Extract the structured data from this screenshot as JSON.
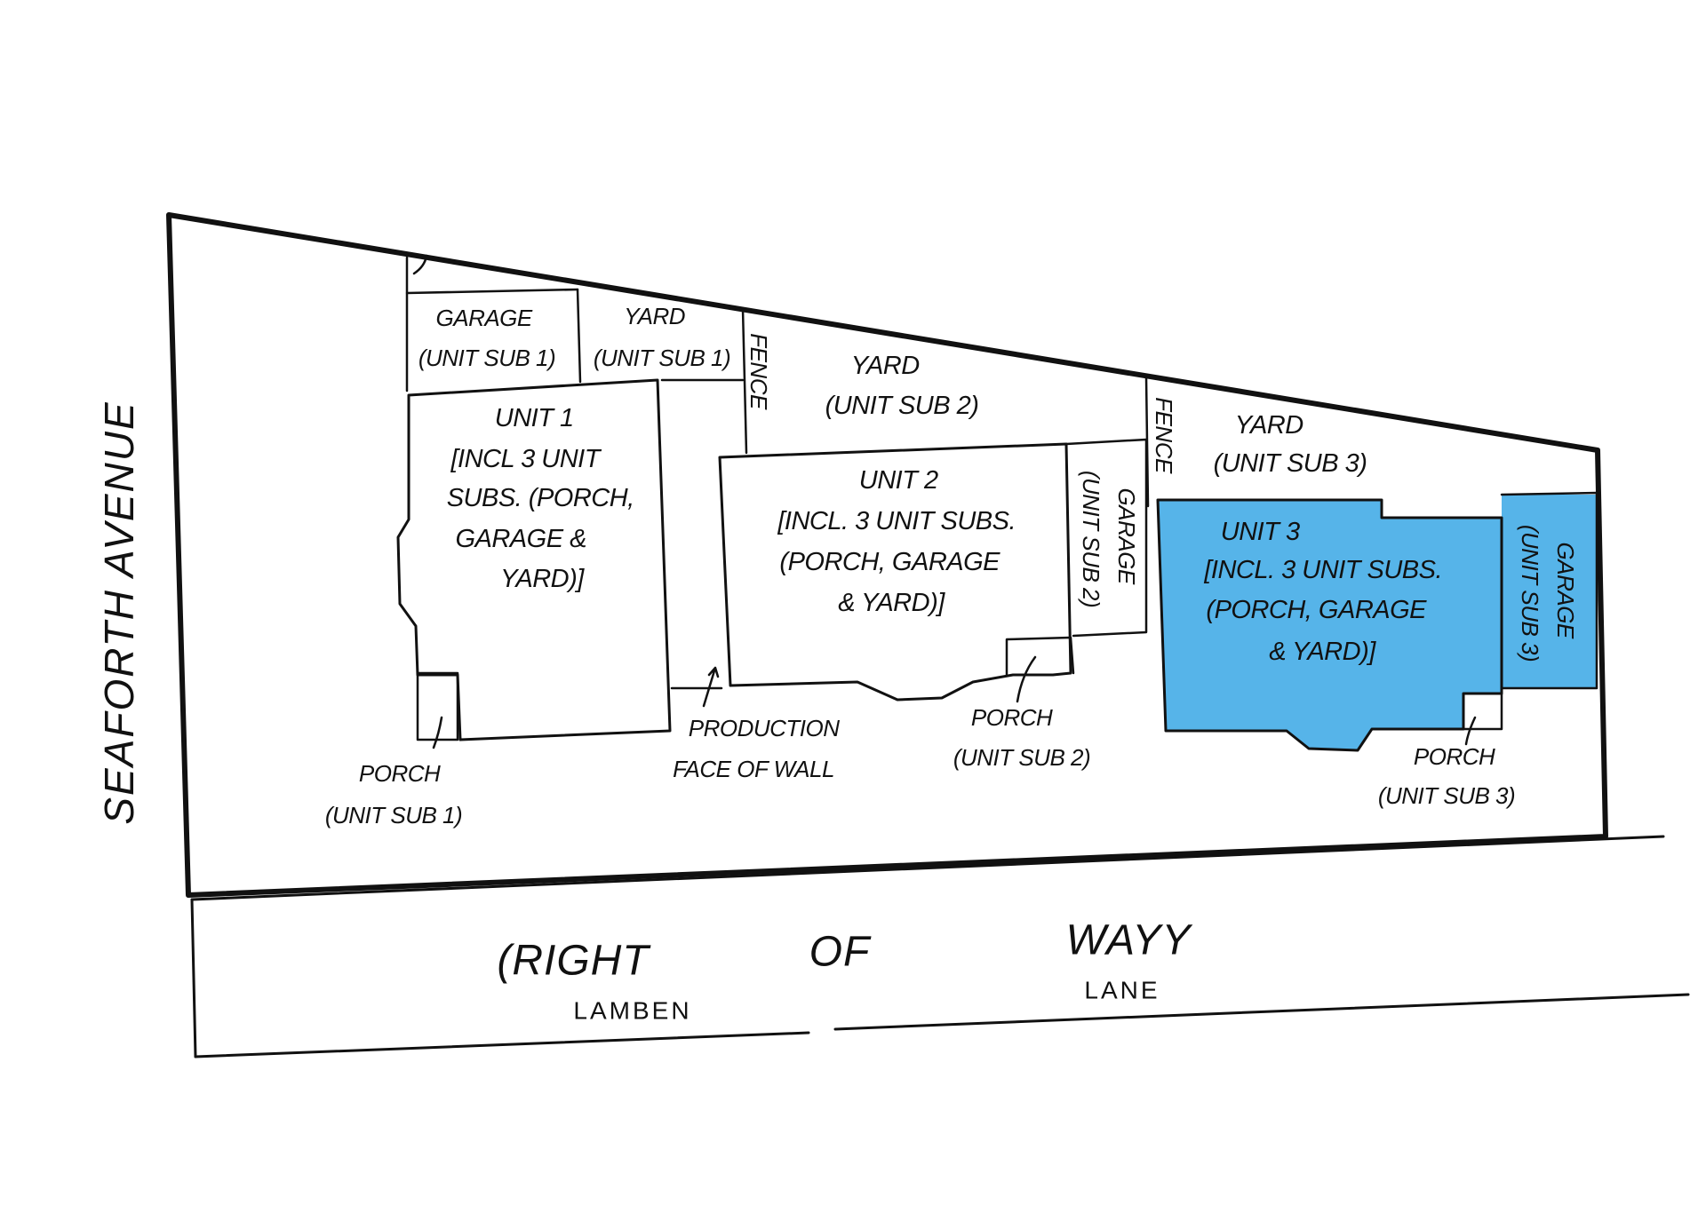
{
  "colors": {
    "highlight_unit": "#56b4e9",
    "linework": "#111111",
    "background": "#ffffff"
  },
  "street": {
    "avenue": "SEAFORTH AVENUE",
    "right_of_way": [
      "(RIGHT",
      "OF",
      "WAYY"
    ],
    "lane": [
      "LAMBEN",
      "LANE"
    ]
  },
  "units": {
    "unit1": [
      "UNIT 1",
      "[INCL 3 UNIT",
      "SUBS. (PORCH,",
      "GARAGE &",
      "YARD)]"
    ],
    "unit2": [
      "UNIT 2",
      "[INCL. 3 UNIT SUBS.",
      "(PORCH, GARAGE",
      "& YARD)]"
    ],
    "unit3": [
      "UNIT 3",
      "[INCL. 3 UNIT SUBS.",
      "(PORCH, GARAGE",
      "& YARD)]"
    ]
  },
  "subs": {
    "garage1": [
      "GARAGE",
      "(UNIT SUB 1)"
    ],
    "yard1": [
      "YARD",
      "(UNIT SUB 1)"
    ],
    "yard2": [
      "YARD",
      "(UNIT SUB 2)"
    ],
    "garage2": [
      "GARAGE",
      "(UNIT SUB 2)"
    ],
    "yard3": [
      "YARD",
      "(UNIT SUB 3)"
    ],
    "garage3": [
      "GARAGE",
      "(UNIT SUB 3)"
    ],
    "porch1": [
      "PORCH",
      "(UNIT SUB 1)"
    ],
    "porch2": [
      "PORCH",
      "(UNIT SUB 2)"
    ],
    "porch3": [
      "PORCH",
      "(UNIT SUB 3)"
    ],
    "fence": "FENCE",
    "production": [
      "PRODUCTION",
      "FACE OF WALL"
    ]
  }
}
